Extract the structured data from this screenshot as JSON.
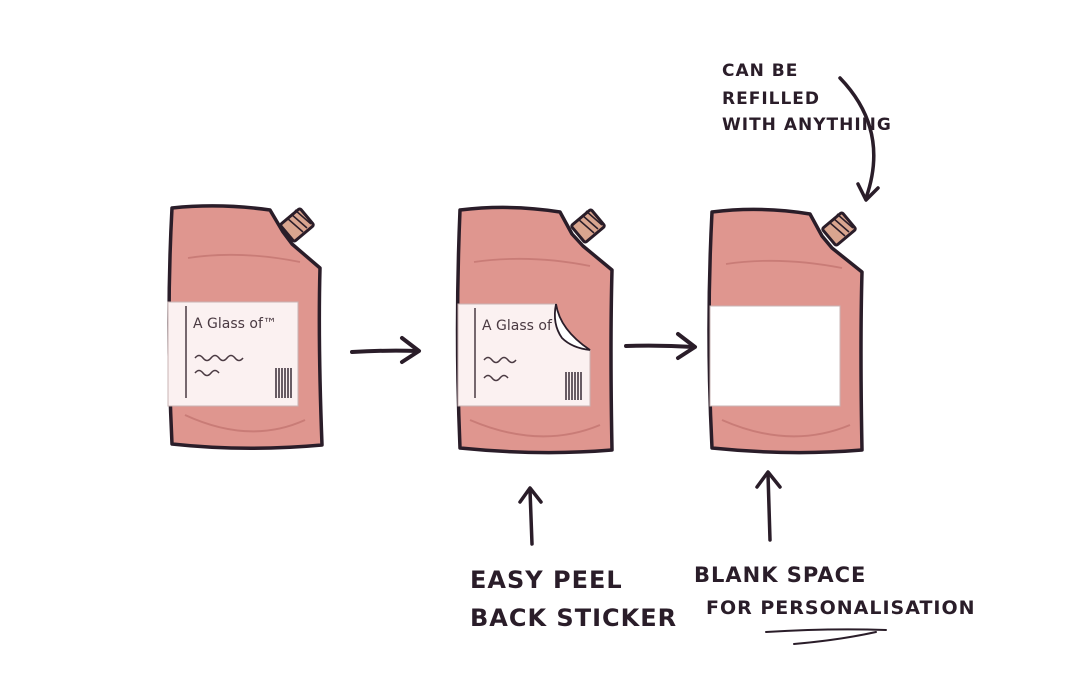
{
  "colors": {
    "ink": "#2a1d29",
    "pouch": "#df968f",
    "pouch_shade": "#c97c77",
    "label": "#fbf1f1",
    "cap": "#d9a58f"
  },
  "pouches": [
    {
      "label_title": "A Glass of™",
      "state": "full-label"
    },
    {
      "label_title": "A Glass of",
      "state": "peeling-label"
    },
    {
      "label_title": "",
      "state": "blank-label"
    }
  ],
  "annotations": {
    "refill": [
      "CAN BE",
      "REFILLED",
      "WITH ANYTHING"
    ],
    "peel": [
      "EASY PEEL",
      "BACK STICKER"
    ],
    "blank": [
      "BLANK SPACE",
      "FOR PERSONALISATION"
    ]
  }
}
